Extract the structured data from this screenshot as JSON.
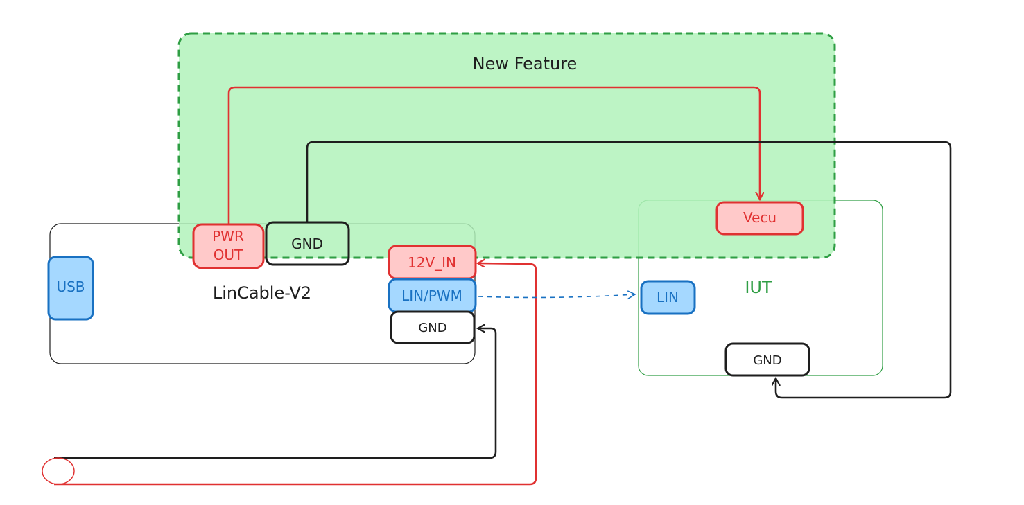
{
  "feature": {
    "title": "New Feature"
  },
  "lincable": {
    "title": "LinCable-V2",
    "usb": "USB",
    "pwr_out_line1": "PWR",
    "pwr_out_line2": "OUT",
    "gnd_top": "GND",
    "v12_in": "12V_IN",
    "lin_pwm": "LIN/PWM",
    "gnd_bottom": "GND"
  },
  "iut": {
    "title": "IUT",
    "vecu": "Vecu",
    "lin": "LIN",
    "gnd": "GND"
  },
  "colors": {
    "power": "#e03131",
    "power_fill": "#ffc9c9",
    "signal": "#1971c2",
    "signal_fill": "#a5d8ff",
    "ground": "#1e1e1e",
    "feature_border": "#2f9e44",
    "feature_fill": "#b2f2bb",
    "iut_text": "#2f9e44"
  }
}
